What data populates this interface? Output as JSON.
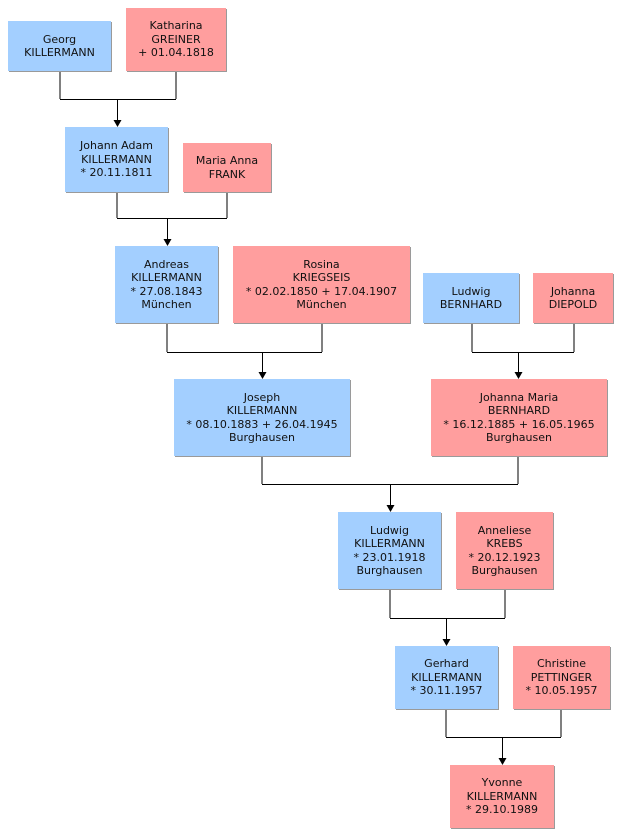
{
  "people": {
    "georg": {
      "line1": "Georg",
      "line2": "KILLERMANN",
      "line3": "",
      "line4": "",
      "sex": "male"
    },
    "katharina": {
      "line1": "Katharina",
      "line2": "GREINER",
      "line3": "+ 01.04.1818",
      "line4": "",
      "sex": "female"
    },
    "johann": {
      "line1": "Johann Adam",
      "line2": "KILLERMANN",
      "line3": "* 20.11.1811",
      "line4": "",
      "sex": "male"
    },
    "maria_anna": {
      "line1": "Maria Anna",
      "line2": "FRANK",
      "line3": "",
      "line4": "",
      "sex": "female"
    },
    "andreas": {
      "line1": "Andreas",
      "line2": "KILLERMANN",
      "line3": "* 27.08.1843",
      "line4": "München",
      "sex": "male"
    },
    "rosina": {
      "line1": "Rosina",
      "line2": "KRIEGSEIS",
      "line3": "* 02.02.1850  + 17.04.1907",
      "line4": "München",
      "sex": "female"
    },
    "ludwig_b": {
      "line1": "Ludwig",
      "line2": "BERNHARD",
      "line3": "",
      "line4": "",
      "sex": "male"
    },
    "johanna_d": {
      "line1": "Johanna",
      "line2": "DIEPOLD",
      "line3": "",
      "line4": "",
      "sex": "female"
    },
    "joseph": {
      "line1": "Joseph",
      "line2": "KILLERMANN",
      "line3": "* 08.10.1883  + 26.04.1945",
      "line4": "Burghausen",
      "sex": "male"
    },
    "johanna_m": {
      "line1": "Johanna Maria",
      "line2": "BERNHARD",
      "line3": "* 16.12.1885  + 16.05.1965",
      "line4": "Burghausen",
      "sex": "female"
    },
    "ludwig_k": {
      "line1": "Ludwig",
      "line2": "KILLERMANN",
      "line3": "* 23.01.1918",
      "line4": "Burghausen",
      "sex": "male"
    },
    "anneliese": {
      "line1": "Anneliese",
      "line2": "KREBS",
      "line3": "* 20.12.1923",
      "line4": "Burghausen",
      "sex": "female"
    },
    "gerhard": {
      "line1": "Gerhard",
      "line2": "KILLERMANN",
      "line3": "* 30.11.1957",
      "line4": "",
      "sex": "male"
    },
    "christine": {
      "line1": "Christine",
      "line2": "PETTINGER",
      "line3": "* 10.05.1957",
      "line4": "",
      "sex": "female"
    },
    "yvonne": {
      "line1": "Yvonne",
      "line2": "KILLERMANN",
      "line3": "* 29.10.1989",
      "line4": "",
      "sex": "female"
    }
  },
  "colors": {
    "male": "#a3cfff",
    "female": "#ff9e9e",
    "connector": "#000000"
  }
}
